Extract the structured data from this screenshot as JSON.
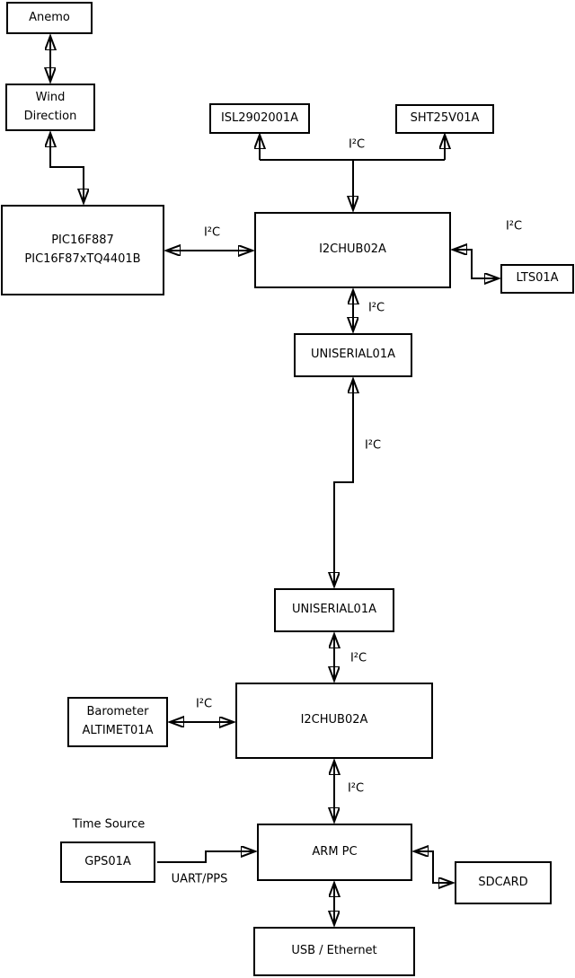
{
  "nodes": {
    "anemo": {
      "label": "Anemo"
    },
    "wind_direction": {
      "label": "Wind\nDirection"
    },
    "pic": {
      "label": "PIC16F887\nPIC16F87xTQ4401B"
    },
    "isl": {
      "label": "ISL2902001A"
    },
    "sht": {
      "label": "SHT25V01A"
    },
    "hub1": {
      "label": "I2CHUB02A"
    },
    "lts": {
      "label": "LTS01A"
    },
    "uniserial1": {
      "label": "UNISERIAL01A"
    },
    "uniserial2": {
      "label": "UNISERIAL01A"
    },
    "barometer": {
      "label": "Barometer\nALTIMET01A"
    },
    "hub2": {
      "label": "I2CHUB02A"
    },
    "arm_pc": {
      "label": "ARM PC"
    },
    "gps": {
      "label": "GPS01A"
    },
    "sdcard": {
      "label": "SDCARD"
    },
    "usb_ethernet": {
      "label": "USB / Ethernet"
    }
  },
  "edge_labels": {
    "sensor_bus": "I²C",
    "pic_hub": "I²C",
    "hub_lts": "I²C",
    "hub_uniserial": "I²C",
    "uniserial_link": "I²C",
    "uniserial_hub2": "I²C",
    "barometer_hub": "I²C",
    "hub2_arm": "I²C",
    "gps_arm": "UART/PPS"
  },
  "annotations": {
    "time_source": "Time Source"
  },
  "edges": [
    {
      "from": "anemo",
      "to": "wind_direction",
      "bidirectional": true,
      "label": ""
    },
    {
      "from": "wind_direction",
      "to": "pic",
      "bidirectional": true,
      "label": ""
    },
    {
      "from": "pic",
      "to": "hub1",
      "bidirectional": true,
      "label": "I²C"
    },
    {
      "from": "hub1",
      "to": "isl, sht",
      "bidirectional": false,
      "label": "I²C"
    },
    {
      "from": "hub1",
      "to": "lts",
      "bidirectional": true,
      "label": "I²C"
    },
    {
      "from": "hub1",
      "to": "uniserial1",
      "bidirectional": true,
      "label": "I²C"
    },
    {
      "from": "uniserial1",
      "to": "uniserial2",
      "bidirectional": true,
      "label": "I²C"
    },
    {
      "from": "uniserial2",
      "to": "hub2",
      "bidirectional": true,
      "label": "I²C"
    },
    {
      "from": "barometer",
      "to": "hub2",
      "bidirectional": true,
      "label": "I²C"
    },
    {
      "from": "hub2",
      "to": "arm_pc",
      "bidirectional": true,
      "label": "I²C"
    },
    {
      "from": "gps",
      "to": "arm_pc",
      "bidirectional": false,
      "label": "UART/PPS"
    },
    {
      "from": "arm_pc",
      "to": "sdcard",
      "bidirectional": true,
      "label": ""
    },
    {
      "from": "arm_pc",
      "to": "usb_ethernet",
      "bidirectional": true,
      "label": ""
    }
  ],
  "colors": {
    "line": "#000000",
    "background": "#ffffff"
  }
}
